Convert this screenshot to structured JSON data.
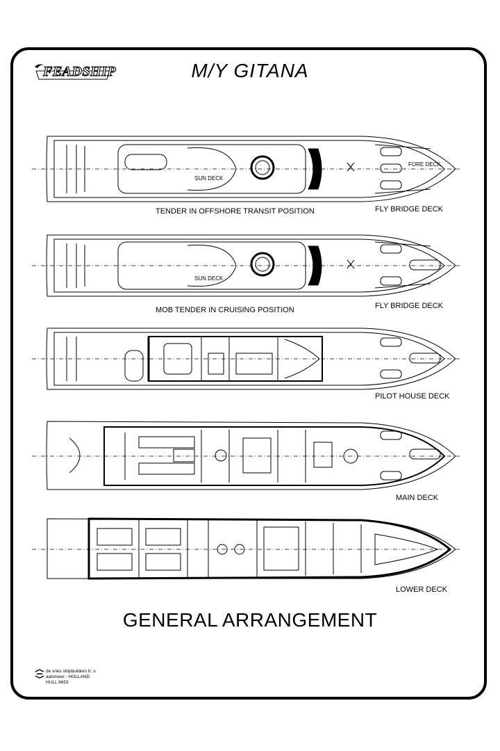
{
  "header": {
    "logo": "FEADSHIP",
    "title": "M/Y GITANA"
  },
  "decks": [
    {
      "caption": "TENDER IN OFFSHORE TRANSIT POSITION",
      "deck_name": "FLY BRIDGE DECK",
      "labels": [
        "SUN DECK",
        "FORE DECK"
      ]
    },
    {
      "caption": "MOB TENDER IN CRUISING POSITION",
      "deck_name": "FLY BRIDGE DECK",
      "labels": [
        "SUN DECK"
      ]
    },
    {
      "deck_name": "PILOT HOUSE DECK"
    },
    {
      "deck_name": "MAIN DECK"
    },
    {
      "deck_name": "LOWER DECK"
    }
  ],
  "footer": {
    "title": "GENERAL ARRANGEMENT",
    "builder_line1": "de vries shipbuilders b. v.",
    "builder_line2": "aalsmeer - HOLLAND",
    "hull": "HULL 8653"
  }
}
